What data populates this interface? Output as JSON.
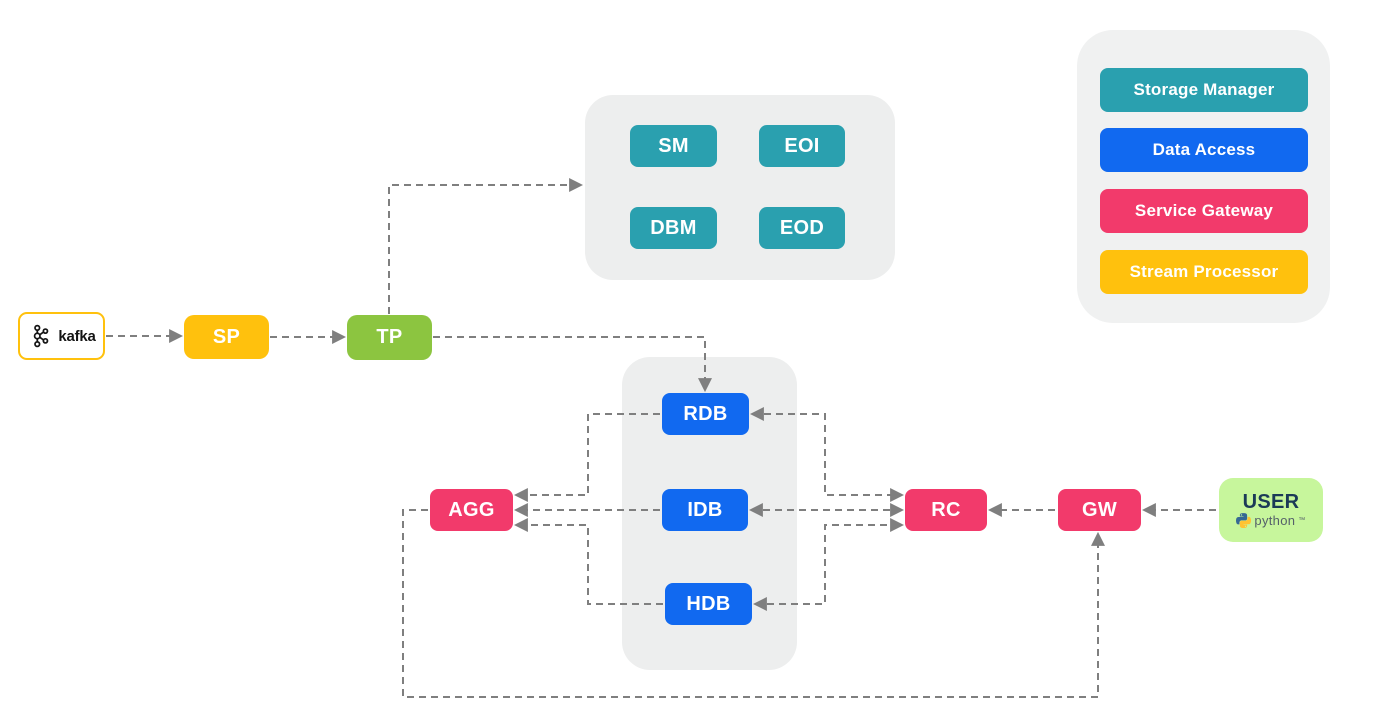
{
  "nodes": {
    "kafka": {
      "label": "kafka",
      "type": "external-source"
    },
    "sp": {
      "label": "SP",
      "category": "stream-processor"
    },
    "tp": {
      "label": "TP",
      "category": "ticker-plant"
    },
    "sm": {
      "label": "SM",
      "category": "storage-manager"
    },
    "eoi": {
      "label": "EOI",
      "category": "storage-manager"
    },
    "dbm": {
      "label": "DBM",
      "category": "storage-manager"
    },
    "eod": {
      "label": "EOD",
      "category": "storage-manager"
    },
    "rdb": {
      "label": "RDB",
      "category": "data-access"
    },
    "idb": {
      "label": "IDB",
      "category": "data-access"
    },
    "hdb": {
      "label": "HDB",
      "category": "data-access"
    },
    "agg": {
      "label": "AGG",
      "category": "service-gateway"
    },
    "rc": {
      "label": "RC",
      "category": "service-gateway"
    },
    "gw": {
      "label": "GW",
      "category": "service-gateway"
    },
    "user": {
      "label": "USER",
      "runtime": "python",
      "trademark": "™"
    }
  },
  "legend": {
    "items": [
      {
        "label": "Storage Manager",
        "color": "#2AA0AF"
      },
      {
        "label": "Data Access",
        "color": "#1169F0"
      },
      {
        "label": "Service Gateway",
        "color": "#F23A6B"
      },
      {
        "label": "Stream Processor",
        "color": "#FFC10D"
      }
    ]
  },
  "edges": [
    {
      "from": "kafka",
      "to": "sp",
      "direction": "forward",
      "style": "dashed"
    },
    {
      "from": "sp",
      "to": "tp",
      "direction": "forward",
      "style": "dashed"
    },
    {
      "from": "tp",
      "to": "storage-group",
      "direction": "forward",
      "style": "dashed"
    },
    {
      "from": "tp",
      "to": "rdb",
      "direction": "forward",
      "style": "dashed"
    },
    {
      "from": "rdb",
      "to": "agg",
      "direction": "forward",
      "style": "dashed"
    },
    {
      "from": "idb",
      "to": "agg",
      "direction": "forward",
      "style": "dashed"
    },
    {
      "from": "hdb",
      "to": "agg",
      "direction": "forward",
      "style": "dashed"
    },
    {
      "from": "rc",
      "to": "rdb",
      "direction": "both",
      "style": "dashed"
    },
    {
      "from": "rc",
      "to": "idb",
      "direction": "both",
      "style": "dashed"
    },
    {
      "from": "rc",
      "to": "hdb",
      "direction": "both",
      "style": "dashed"
    },
    {
      "from": "gw",
      "to": "rc",
      "direction": "forward",
      "style": "dashed"
    },
    {
      "from": "user",
      "to": "gw",
      "direction": "forward",
      "style": "dashed"
    },
    {
      "from": "agg",
      "to": "gw",
      "direction": "forward",
      "style": "dashed"
    }
  ],
  "colors": {
    "storage_manager_teal": "#2AA0AF",
    "data_access_blue": "#1169F0",
    "service_gateway_pink": "#F23A6B",
    "stream_processor_yellow": "#FFC10D",
    "ticker_plant_green": "#8CC540",
    "user_green": "#C7F69C",
    "group_background": "#EDEEEE",
    "edge_grey": "#7F7F7F",
    "kafka_border": "#FFC10D"
  }
}
